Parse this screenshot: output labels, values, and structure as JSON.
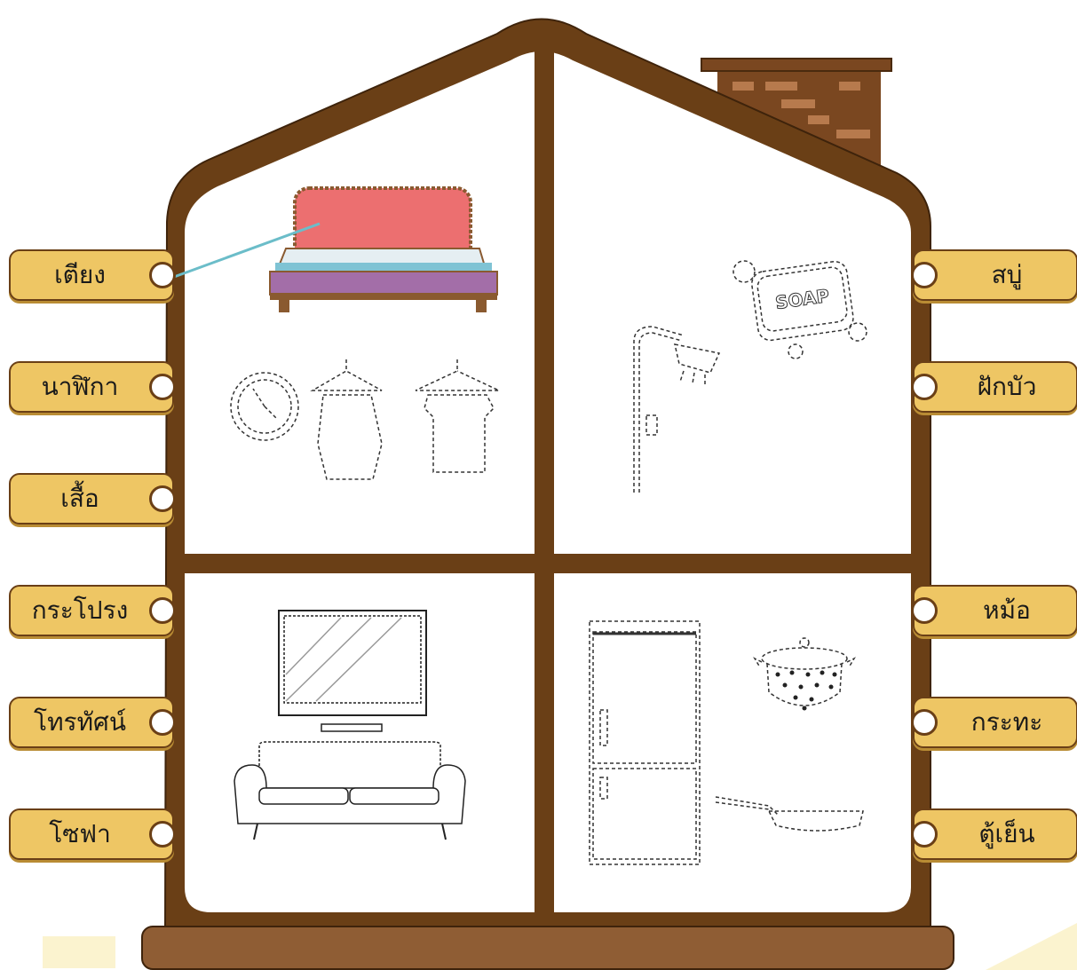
{
  "left_labels": [
    {
      "id": "bed",
      "text": "เตียง"
    },
    {
      "id": "clock",
      "text": "นาฬิกา"
    },
    {
      "id": "shirt",
      "text": "เสื้อ"
    },
    {
      "id": "bin",
      "text": "กระโปรง"
    },
    {
      "id": "tv",
      "text": "โทรทัศน์"
    },
    {
      "id": "sofa",
      "text": "โซฟา"
    }
  ],
  "right_labels": [
    {
      "id": "soap",
      "text": "สบู่"
    },
    {
      "id": "shower",
      "text": "ฝักบัว"
    },
    {
      "id": "pot",
      "text": "หม้อ"
    },
    {
      "id": "pan",
      "text": "กระทะ"
    },
    {
      "id": "fridge",
      "text": "ตู้เย็น"
    }
  ],
  "soap_text": "SOAP",
  "colors": {
    "wall": "#6a3f16",
    "label_bg": "#eec664",
    "connector_line": "#6bbdc9",
    "bed_headboard": "#ec6f70",
    "bed_base": "#a36ea8"
  },
  "connections": [
    {
      "from": "bed",
      "to": "bed-picture"
    }
  ]
}
